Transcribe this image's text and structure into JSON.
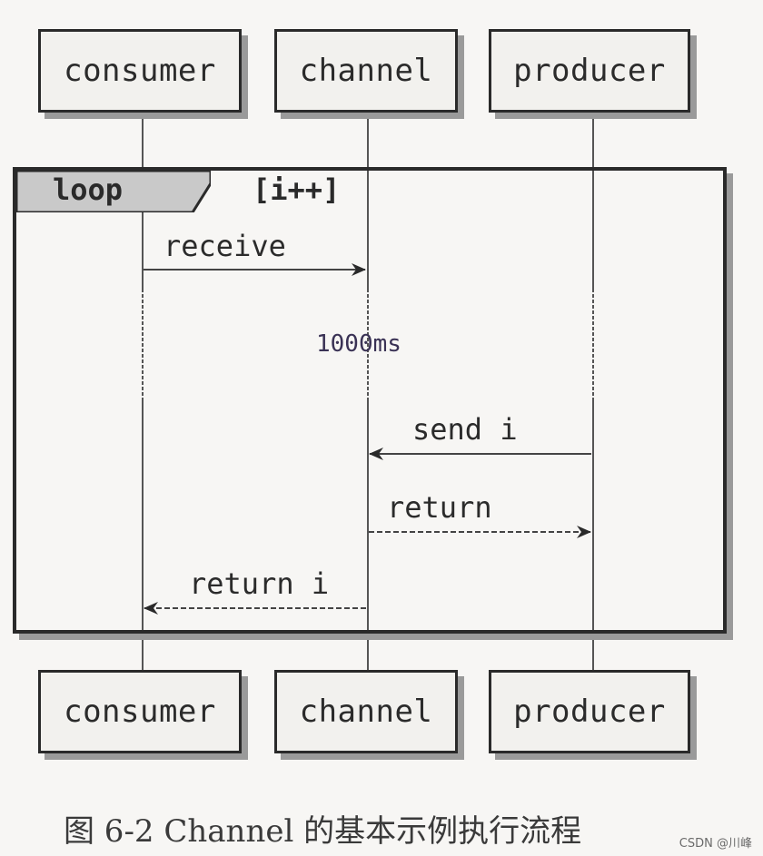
{
  "participants": {
    "consumer": "consumer",
    "channel": "channel",
    "producer": "producer"
  },
  "loop": {
    "label": "loop",
    "guard": "[i++]"
  },
  "messages": {
    "receive": "receive",
    "delay": "1000ms",
    "send": "send i",
    "return": "return",
    "return_i": "return i"
  },
  "caption": "图 6-2    Channel 的基本示例执行流程",
  "watermark": "CSDN @川峰"
}
